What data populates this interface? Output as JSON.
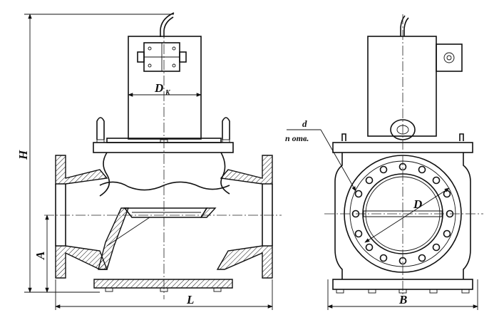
{
  "labels": {
    "H": "H",
    "A": "A",
    "L": "L",
    "B": "B",
    "Dk_main": "D",
    "Dk_sub": "K",
    "D": "D",
    "d": "d",
    "holes": "n  отв."
  },
  "colors": {
    "line": "#111111",
    "background": "#ffffff"
  }
}
